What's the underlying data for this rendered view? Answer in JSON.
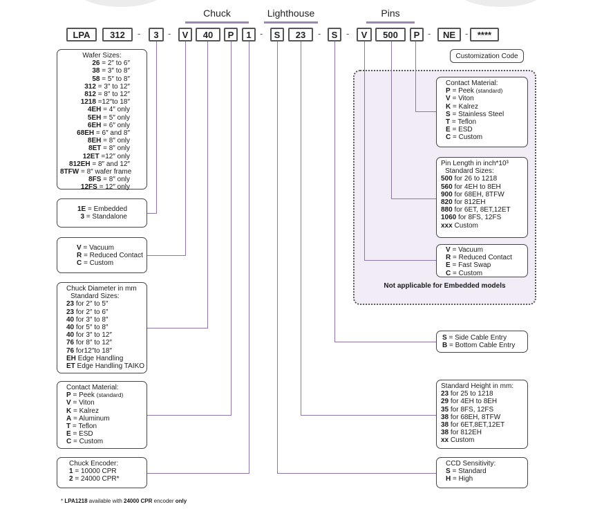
{
  "groups": {
    "chuck": "Chuck",
    "lighthouse": "Lighthouse",
    "pins": "Pins"
  },
  "codes": [
    "LPA",
    "312",
    "3",
    "V",
    "40",
    "P",
    "1",
    "S",
    "23",
    "S",
    "V",
    "500",
    "P",
    "NE",
    "****"
  ],
  "dash": "-",
  "customization_label": "Customization Code",
  "not_applicable": "Not applicable for Embedded models",
  "footnote": {
    "prefix": "* ",
    "bold1": "LPA1218",
    "mid": " available with ",
    "bold2": "24000 CPR",
    "mid2": " encoder ",
    "bold3": "only"
  },
  "wafer": {
    "title": "Wafer Sizes:",
    "rows": [
      {
        "k": "26",
        "v": " = 2″ to  6″"
      },
      {
        "k": "38",
        "v": " = 3″ to  8″"
      },
      {
        "k": "58",
        "v": " = 5″ to  8″"
      },
      {
        "k": "312",
        "v": " = 3″ to 12″"
      },
      {
        "k": "812",
        "v": " = 8″ to 12″"
      },
      {
        "k": "1218",
        "v": " =12″to 18″"
      },
      {
        "k": "4EH",
        "v": " = 4″  only"
      },
      {
        "k": "5EH",
        "v": " = 5″  only"
      },
      {
        "k": "6EH",
        "v": " = 6″  only"
      },
      {
        "k": "68EH",
        "v": " = 6″  and 8″"
      },
      {
        "k": "8EH",
        "v": " = 8″  only"
      },
      {
        "k": "8ET",
        "v": " = 8″  only"
      },
      {
        "k": "12ET",
        "v": " =12″ only"
      },
      {
        "k": "812EH",
        "v": " = 8″ and 12″"
      },
      {
        "k": "8TFW",
        "v": " = 8″ wafer frame"
      },
      {
        "k": "8FS",
        "v": " = 8″ only"
      },
      {
        "k": "12FS",
        "v": " = 12″ only"
      }
    ]
  },
  "mounting": {
    "rows": [
      {
        "k": "1E",
        "v": " = Embedded"
      },
      {
        "k": "3",
        "v": " = Standalone"
      }
    ]
  },
  "chuck_type": {
    "rows": [
      {
        "k": "V",
        "v": " = Vacuum"
      },
      {
        "k": "R",
        "v": " = Reduced Contact"
      },
      {
        "k": "C",
        "v": " = Custom"
      }
    ]
  },
  "chuck_diameter": {
    "title": "Chuck Diameter in mm",
    "subtitle": "Standard Sizes:",
    "rows": [
      {
        "k": "23",
        "v": " for 2″ to  5″"
      },
      {
        "k": "23",
        "v": " for 2″ to  6″"
      },
      {
        "k": "40",
        "v": " for 3″ to  8″"
      },
      {
        "k": "40",
        "v": " for 5″ to  8″"
      },
      {
        "k": "40",
        "v": " for 3″ to 12″"
      },
      {
        "k": "76",
        "v": " for 8″ to 12″"
      },
      {
        "k": "76",
        "v": " for12″to 18″"
      },
      {
        "k": "EH",
        "v": " Edge Handling"
      },
      {
        "k": "ET",
        "v": " Edge Handling TAIKO"
      }
    ]
  },
  "chuck_material": {
    "title": "Contact Material:",
    "rows": [
      {
        "k": "P",
        "v": " = Peek ",
        "s": "(standard)"
      },
      {
        "k": "V",
        "v": " = Viton"
      },
      {
        "k": "K",
        "v": " = Kalrez"
      },
      {
        "k": "A",
        "v": " = Aluminum"
      },
      {
        "k": "T",
        "v": " = Teflon"
      },
      {
        "k": "E",
        "v": " = ESD"
      },
      {
        "k": "C",
        "v": " = Custom"
      }
    ]
  },
  "encoder": {
    "title": "Chuck Encoder:",
    "rows": [
      {
        "k": "1",
        "v": " = 10000 CPR"
      },
      {
        "k": "2",
        "v": " = 24000 CPR*"
      }
    ]
  },
  "pin_material": {
    "title": "Contact Material:",
    "rows": [
      {
        "k": "P",
        "v": " = Peek ",
        "s": "(standard)"
      },
      {
        "k": "V",
        "v": " = Viton"
      },
      {
        "k": "K",
        "v": " = Kalrez"
      },
      {
        "k": "S",
        "v": " = Stainless Steel"
      },
      {
        "k": "T",
        "v": " = Teflon"
      },
      {
        "k": "E",
        "v": " = ESD"
      },
      {
        "k": "C",
        "v": " = Custom"
      }
    ]
  },
  "pin_length": {
    "title": "Pin Length in inch*10³",
    "subtitle": "Standard Sizes:",
    "rows": [
      {
        "k": "500",
        "v": " for 26 to  1218"
      },
      {
        "k": "560",
        "v": " for 4EH to 8EH"
      },
      {
        "k": "900",
        "v": " for 68EH, 8TFW"
      },
      {
        "k": "820",
        "v": " for 812EH"
      },
      {
        "k": "880",
        "v": " for 6ET, 8ET,12ET"
      },
      {
        "k": "1060",
        "v": " for 8FS, 12FS"
      },
      {
        "k": "xxx",
        "v": " Custom"
      }
    ]
  },
  "pin_type": {
    "rows": [
      {
        "k": "V",
        "v": " = Vacuum"
      },
      {
        "k": "R",
        "v": " = Reduced Contact"
      },
      {
        "k": "E",
        "v": " = Fast Swap"
      },
      {
        "k": "C",
        "v": " = Custom"
      }
    ]
  },
  "cable": {
    "rows": [
      {
        "k": "S",
        "v": " = Side Cable Entry"
      },
      {
        "k": "B",
        "v": " = Bottom Cable Entry"
      }
    ]
  },
  "height": {
    "title": "Standard Height in mm:",
    "rows": [
      {
        "k": "23",
        "v": " for 25 to 1218"
      },
      {
        "k": "29",
        "v": " for 4EH to 8EH"
      },
      {
        "k": "35",
        "v": " for 8FS, 12FS"
      },
      {
        "k": "38",
        "v": " for 68EH, 8TFW"
      },
      {
        "k": "38",
        "v": " for 6ET,8ET,12ET"
      },
      {
        "k": "38",
        "v": " for 812EH"
      },
      {
        "k": "xx",
        "v": " Custom"
      }
    ]
  },
  "ccd": {
    "title": "CCD Sensitivity:",
    "rows": [
      {
        "k": "S",
        "v": " = Standard"
      },
      {
        "k": "H",
        "v": " = High"
      }
    ]
  }
}
